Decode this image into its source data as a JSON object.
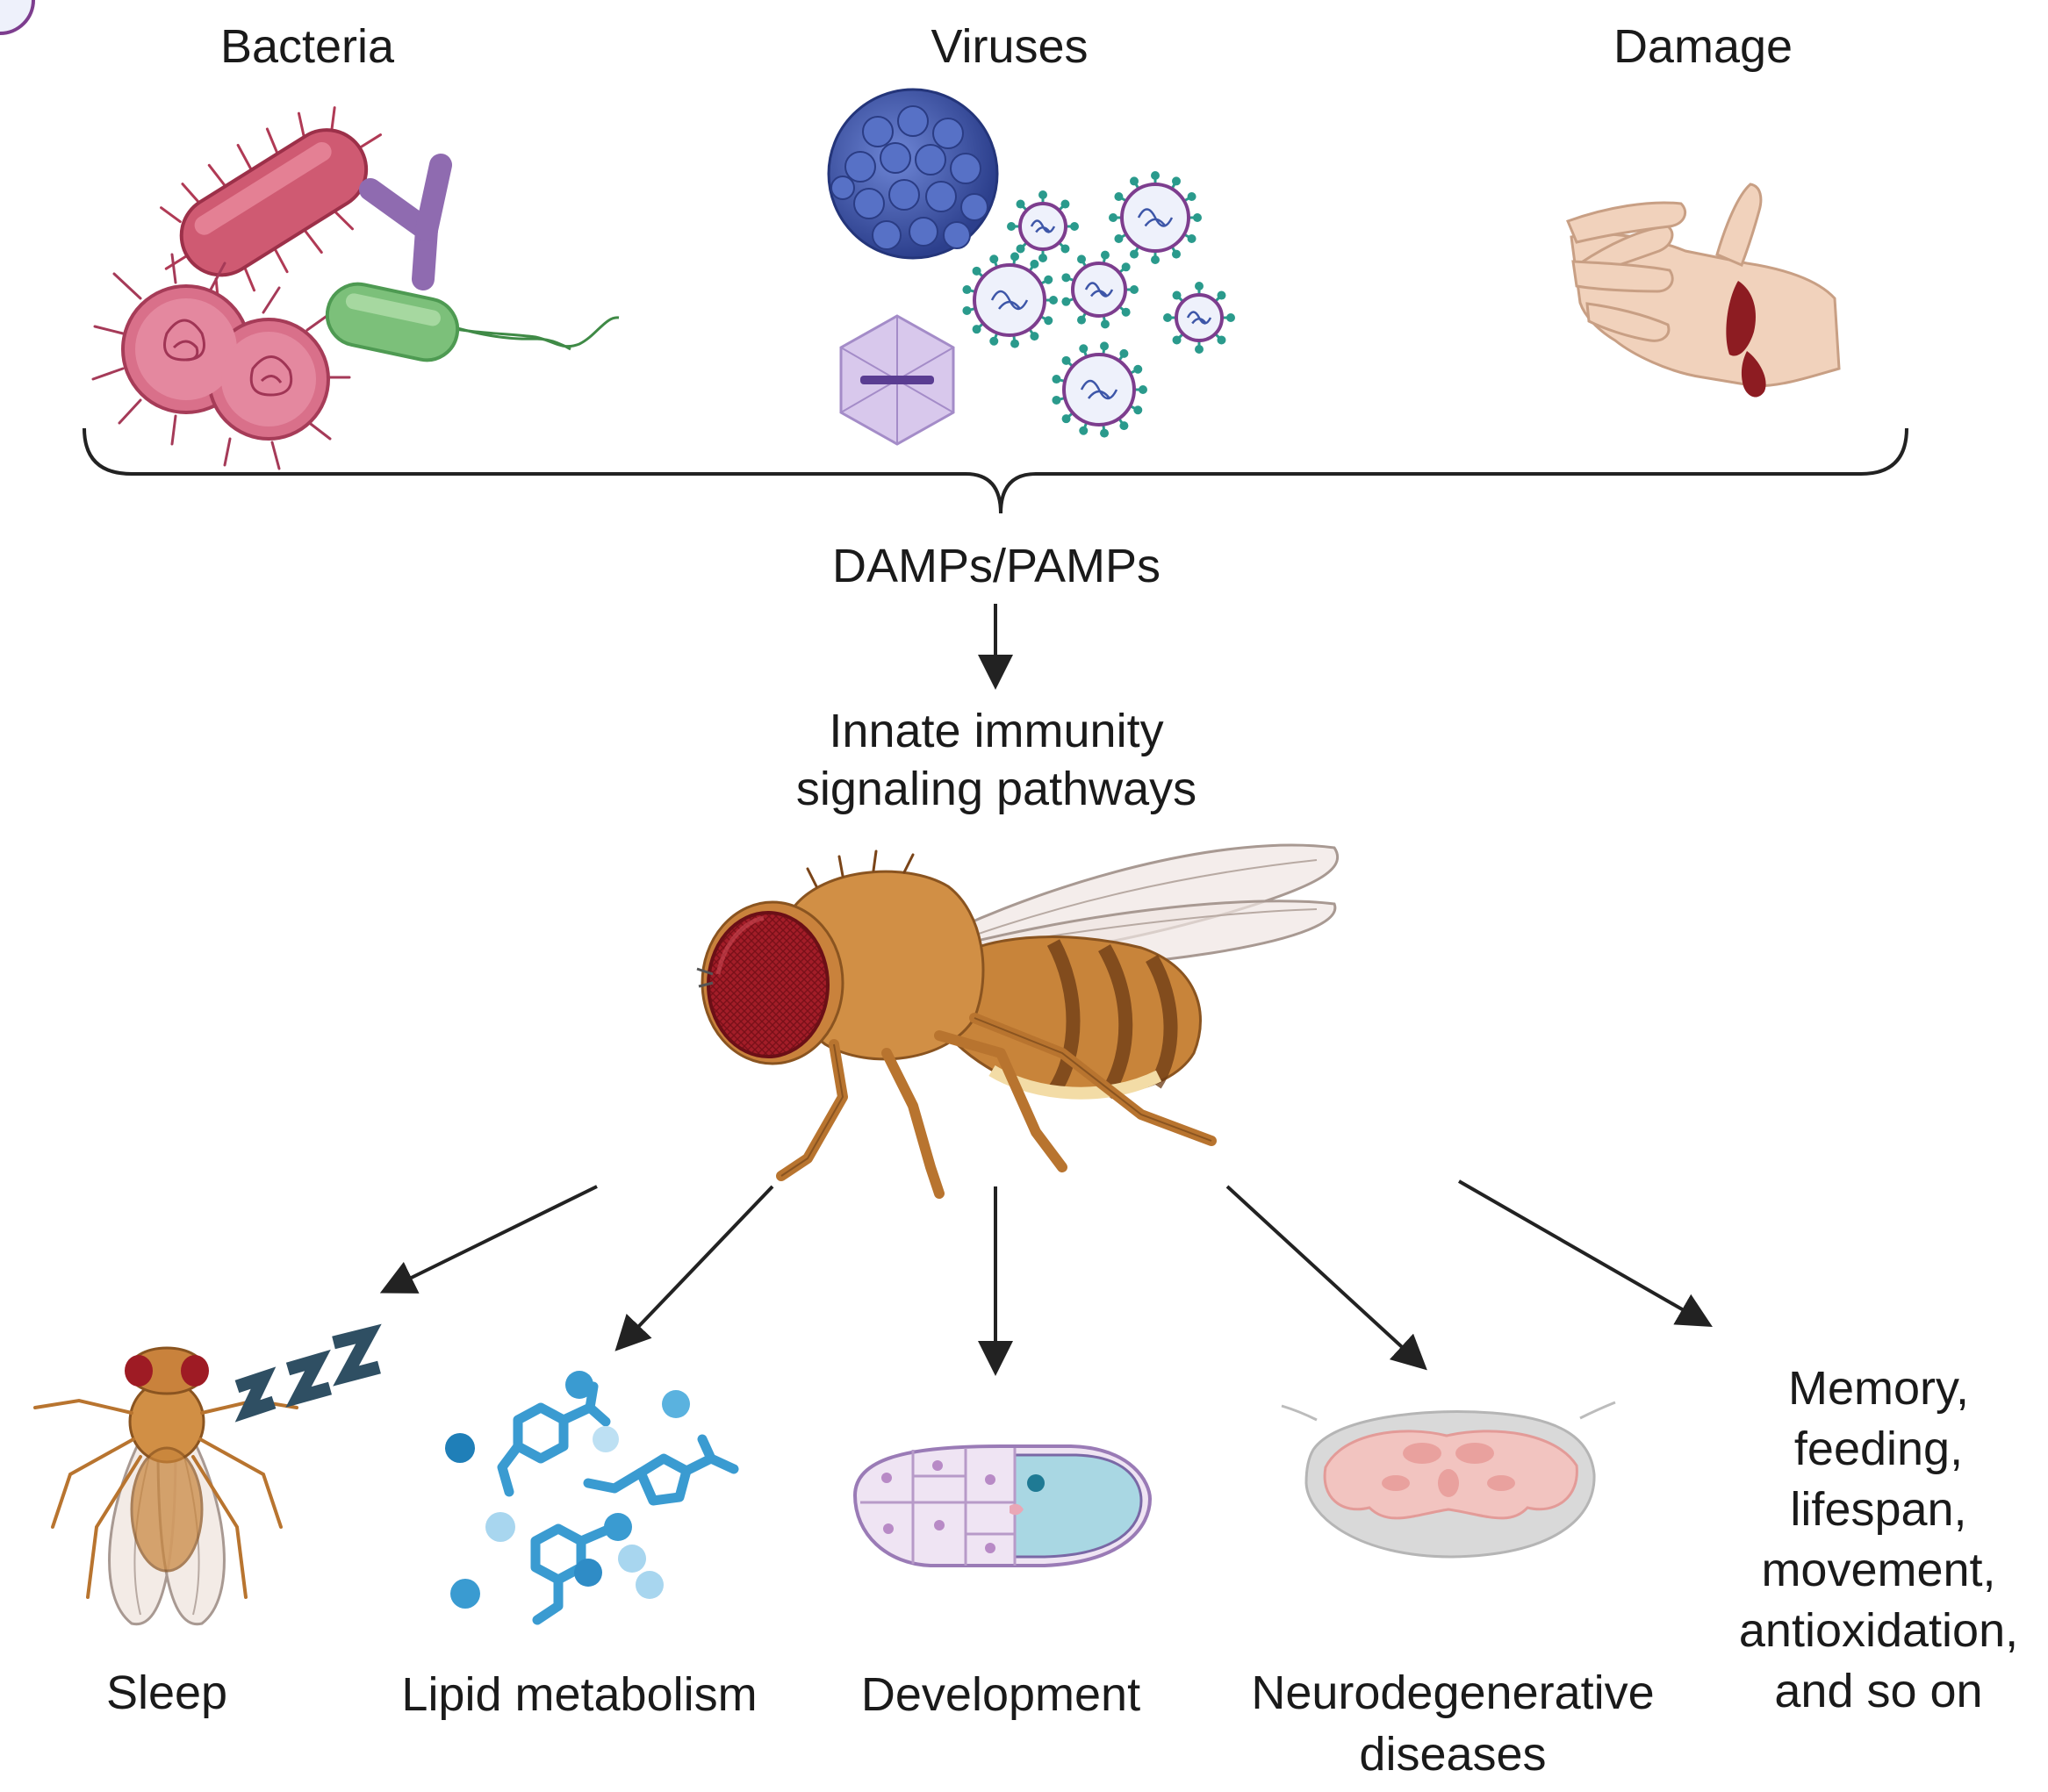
{
  "sources": {
    "bacteria": "Bacteria",
    "viruses": "Viruses",
    "damage": "Damage"
  },
  "signal": "DAMPs/PAMPs",
  "pathway": "Innate immunity\nsignaling pathways",
  "outcomes": {
    "sleep": "Sleep",
    "lipid": "Lipid metabolism",
    "development": "Development",
    "neuro": "Neurodegenerative\ndiseases",
    "other": "Memory,\nfeeding,\nlifespan,\nmovement,\nantioxidation,\nand so on"
  },
  "icons": [
    "bacteria-icon",
    "virus-icon",
    "wounded-hand-icon",
    "fruit-fly-icon",
    "sleeping-fly-icon",
    "lipid-molecules-icon",
    "egg-chamber-icon",
    "fly-brain-icon"
  ],
  "colors": {
    "arrow": "#222222",
    "bacteria_red": "#c9506a",
    "virus_blue": "#3d56a8",
    "virus_teal": "#2a9a8c",
    "fly_body": "#c8843a",
    "fly_eye": "#9e1b24",
    "lipid_blue": "#3a9bd1"
  }
}
